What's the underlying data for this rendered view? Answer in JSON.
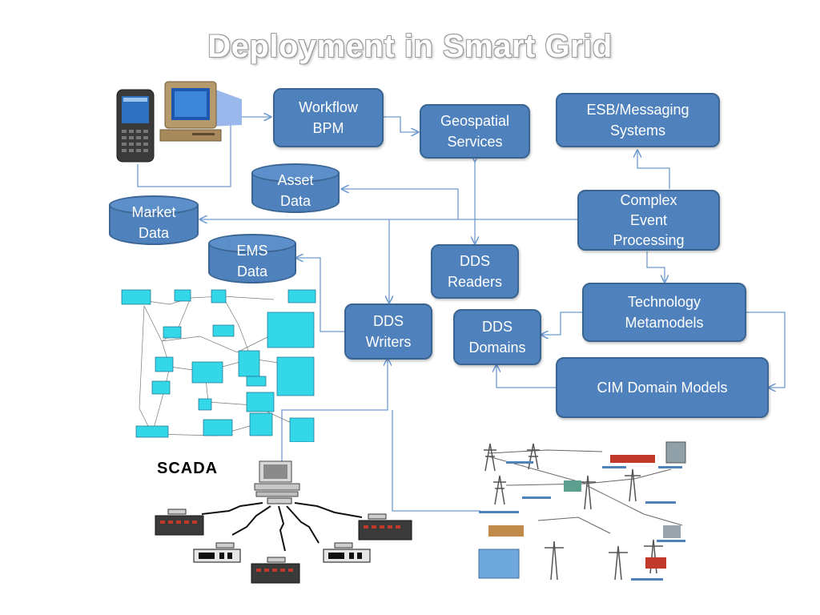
{
  "title": "Deployment in Smart Grid",
  "nodes": {
    "workflow_bpm": "Workflow\nBPM",
    "geospatial_services": "Geospatial\nServices",
    "esb_messaging": "ESB/Messaging\nSystems",
    "asset_data": "Asset\nData",
    "market_data": "Market\nData",
    "complex_event_processing": "Complex\nEvent\nProcessing",
    "ems_data": "EMS\nData",
    "dds_readers": "DDS\nReaders",
    "technology_metamodels": "Technology\nMetamodels",
    "dds_writers": "DDS\nWriters",
    "dds_domains": "DDS\nDomains",
    "cim_domain_models": "CIM Domain Models"
  },
  "scada_label": "SCADA",
  "colors": {
    "box_fill": "#4f81bd",
    "box_border": "#3a6593",
    "connector": "#6f9bd0",
    "text": "#ffffff"
  },
  "images": [
    "mobile-device-icon",
    "desktop-computer-icon",
    "uml-model-diagram",
    "scada-network-diagram",
    "power-grid-illustration"
  ]
}
